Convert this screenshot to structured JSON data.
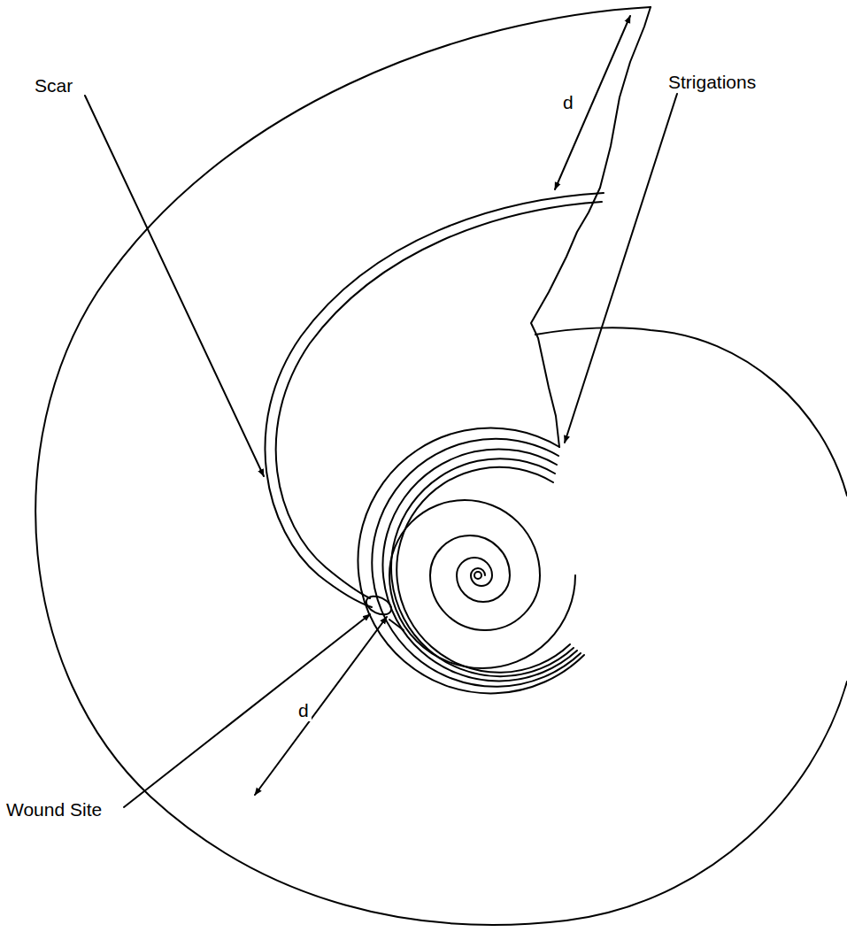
{
  "diagram": {
    "labels": [
      "Scar",
      "Strigations",
      "d",
      "d",
      "Wound Site"
    ]
  }
}
